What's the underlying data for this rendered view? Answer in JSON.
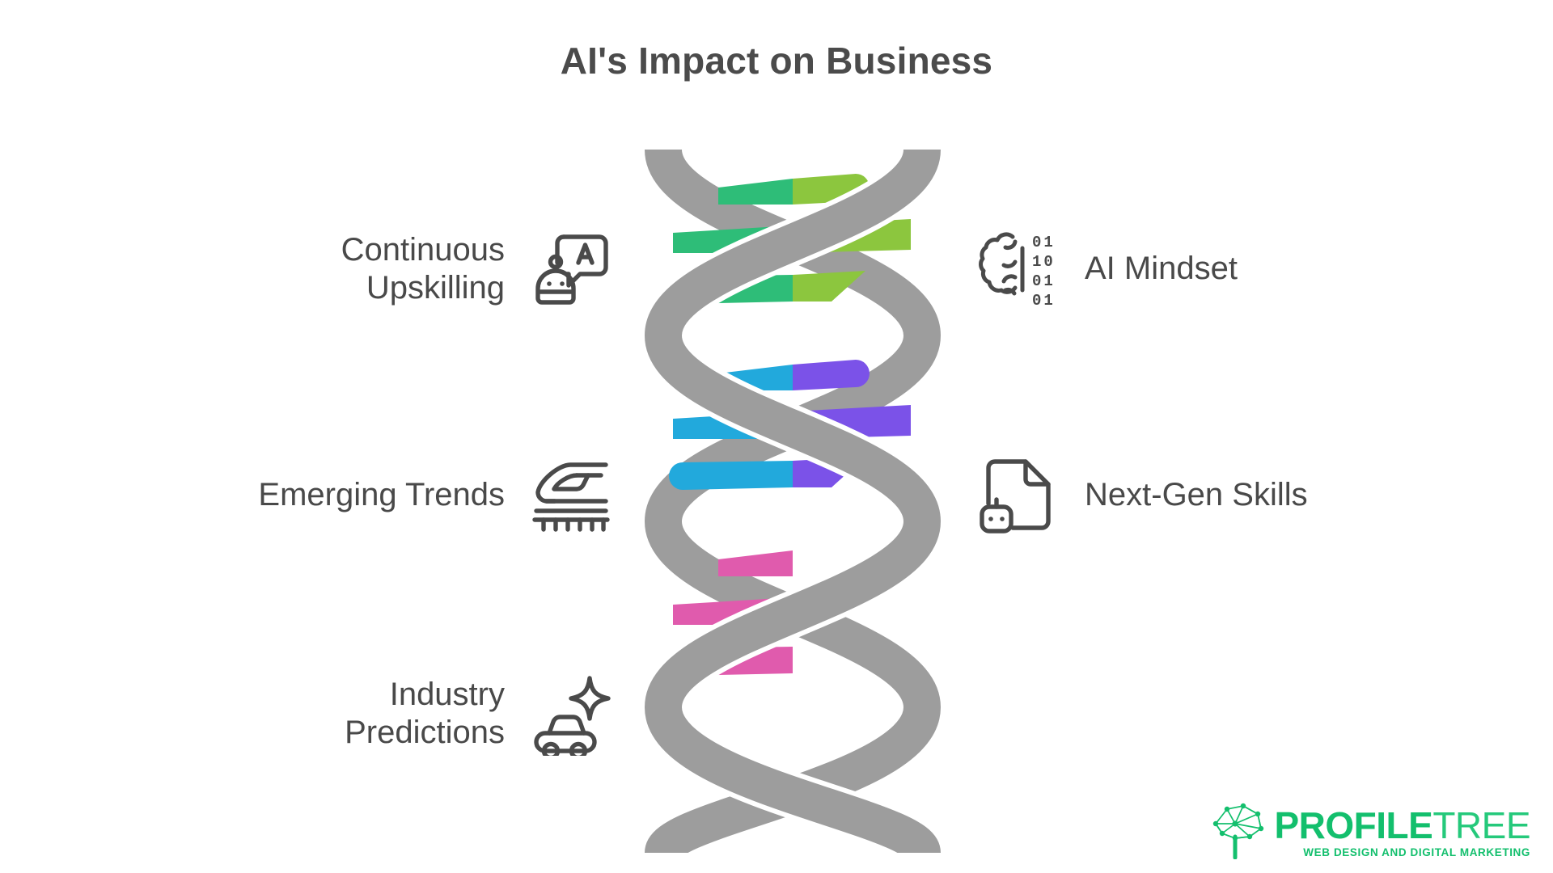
{
  "header": {
    "title": "AI's Impact on Business"
  },
  "colors": {
    "title": "#4b4b4b",
    "label_text": "#494949",
    "helix_ribbon": "#9d9d9d",
    "rung_green_left": "#2ebd78",
    "rung_green_right": "#8cc63e",
    "rung_blue_left": "#22a9dc",
    "rung_purple_right": "#7b52e8",
    "rung_pink_left": "#e05bad",
    "brand_green": "#13bf6d",
    "background": "#ffffff"
  },
  "diagram": {
    "type": "dna-double-helix",
    "description": "Grey double-helix ribbon with three colour-coded rung groups",
    "rung_groups": [
      {
        "group": 1,
        "left_color": "#2ebd78",
        "right_color": "#8cc63e",
        "rungs": 3,
        "left_label": "Continuous Upskilling",
        "right_label": "AI Mindset"
      },
      {
        "group": 2,
        "left_color": "#22a9dc",
        "right_color": "#7b52e8",
        "rungs": 3,
        "left_label": "Emerging Trends",
        "right_label": "Next-Gen Skills"
      },
      {
        "group": 3,
        "left_color": "#e05bad",
        "right_color": null,
        "rungs": 3,
        "left_label": "Industry Predictions",
        "right_label": null
      }
    ]
  },
  "items": {
    "left": [
      {
        "label": "Continuous\nUpskilling",
        "icon": "robot-chat-icon",
        "accent": "#2ebd78"
      },
      {
        "label": "Emerging Trends",
        "icon": "bullet-train-icon",
        "accent": "#22a9dc"
      },
      {
        "label": "Industry\nPredictions",
        "icon": "car-sparkle-icon",
        "accent": "#e05bad"
      }
    ],
    "right": [
      {
        "label": "AI Mindset",
        "icon": "brain-binary-icon",
        "accent": "#8cc63e",
        "binary_rows": [
          "01",
          "10",
          "01",
          "01"
        ]
      },
      {
        "label": "Next-Gen Skills",
        "icon": "document-robot-icon",
        "accent": "#7b52e8"
      }
    ]
  },
  "brand": {
    "name_bold": "PROFILE",
    "name_light": "TREE",
    "tagline": "WEB DESIGN AND DIGITAL MARKETING",
    "icon": "network-tree-icon"
  }
}
